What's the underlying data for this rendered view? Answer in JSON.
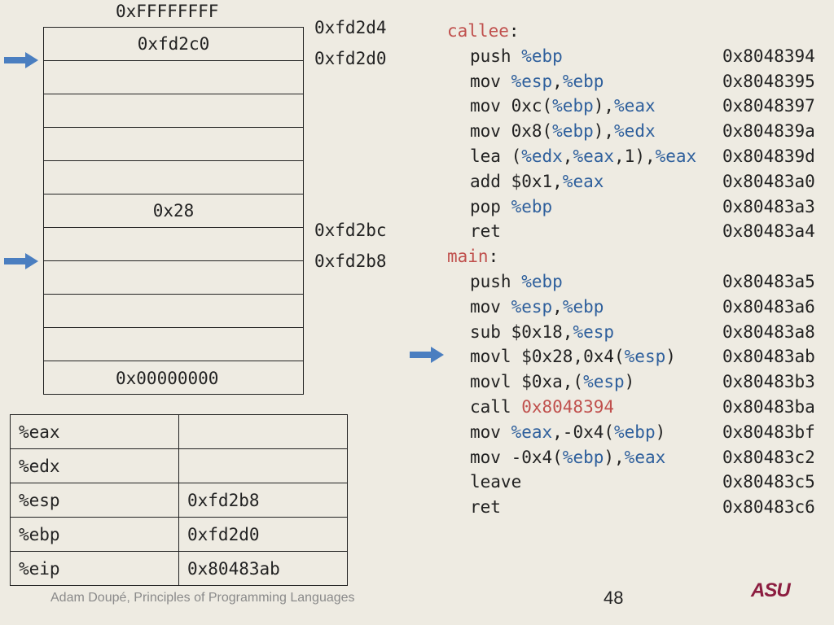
{
  "stack": {
    "top_address": "0xFFFFFFFF",
    "bottom_address": "0x00000000",
    "cells": [
      "0xfd2c0",
      "",
      "",
      "",
      "",
      "0x28",
      "",
      "",
      "",
      "",
      ""
    ],
    "side_labels": [
      "0xfd2d4",
      "0xfd2d0",
      "0xfd2bc",
      "0xfd2b8"
    ],
    "arrows": [
      "ebp-arrow",
      "esp-arrow"
    ]
  },
  "registers": [
    {
      "name": "%eax",
      "value": ""
    },
    {
      "name": "%edx",
      "value": ""
    },
    {
      "name": "%esp",
      "value": "0xfd2b8"
    },
    {
      "name": "%ebp",
      "value": "0xfd2d0"
    },
    {
      "name": "%eip",
      "value": "0x80483ab"
    }
  ],
  "code": {
    "callee_label": "callee",
    "main_label": "main",
    "colon": ":",
    "callee": [
      {
        "parts": [
          [
            "push ",
            "t"
          ],
          [
            "%ebp",
            "r"
          ]
        ],
        "addr": "0x8048394"
      },
      {
        "parts": [
          [
            "mov ",
            "t"
          ],
          [
            "%esp",
            "r"
          ],
          [
            ",",
            "t"
          ],
          [
            "%ebp",
            "r"
          ]
        ],
        "addr": "0x8048395"
      },
      {
        "parts": [
          [
            "mov 0xc(",
            "t"
          ],
          [
            "%ebp",
            "r"
          ],
          [
            "),",
            "t"
          ],
          [
            "%eax",
            "r"
          ]
        ],
        "addr": "0x8048397"
      },
      {
        "parts": [
          [
            "mov 0x8(",
            "t"
          ],
          [
            "%ebp",
            "r"
          ],
          [
            "),",
            "t"
          ],
          [
            "%edx",
            "r"
          ]
        ],
        "addr": "0x804839a"
      },
      {
        "parts": [
          [
            "lea (",
            "t"
          ],
          [
            "%edx",
            "r"
          ],
          [
            ",",
            "t"
          ],
          [
            "%eax",
            "r"
          ],
          [
            ",1),",
            "t"
          ],
          [
            "%eax",
            "r"
          ]
        ],
        "addr": "0x804839d"
      },
      {
        "parts": [
          [
            "add $0x1,",
            "t"
          ],
          [
            "%eax",
            "r"
          ]
        ],
        "addr": "0x80483a0"
      },
      {
        "parts": [
          [
            "pop ",
            "t"
          ],
          [
            "%ebp",
            "r"
          ]
        ],
        "addr": "0x80483a3"
      },
      {
        "parts": [
          [
            "ret",
            "t"
          ]
        ],
        "addr": "0x80483a4"
      }
    ],
    "main": [
      {
        "parts": [
          [
            "push ",
            "t"
          ],
          [
            "%ebp",
            "r"
          ]
        ],
        "addr": "0x80483a5"
      },
      {
        "parts": [
          [
            "mov ",
            "t"
          ],
          [
            "%esp",
            "r"
          ],
          [
            ",",
            "t"
          ],
          [
            "%ebp",
            "r"
          ]
        ],
        "addr": "0x80483a6"
      },
      {
        "parts": [
          [
            "sub $0x18,",
            "t"
          ],
          [
            "%esp",
            "r"
          ]
        ],
        "addr": "0x80483a8"
      },
      {
        "parts": [
          [
            "movl $0x28,0x4(",
            "t"
          ],
          [
            "%esp",
            "r"
          ],
          [
            ")",
            "t"
          ]
        ],
        "addr": "0x80483ab"
      },
      {
        "parts": [
          [
            "movl $0xa,(",
            "t"
          ],
          [
            "%esp",
            "r"
          ],
          [
            ")",
            "t"
          ]
        ],
        "addr": "0x80483b3"
      },
      {
        "parts": [
          [
            "call ",
            "t"
          ],
          [
            "0x8048394",
            "l"
          ]
        ],
        "addr": "0x80483ba"
      },
      {
        "parts": [
          [
            "mov ",
            "t"
          ],
          [
            "%eax",
            "r"
          ],
          [
            ",-0x4(",
            "t"
          ],
          [
            "%ebp",
            "r"
          ],
          [
            ")",
            "t"
          ]
        ],
        "addr": "0x80483bf"
      },
      {
        "parts": [
          [
            "mov -0x4(",
            "t"
          ],
          [
            "%ebp",
            "r"
          ],
          [
            "),",
            "t"
          ],
          [
            "%eax",
            "r"
          ]
        ],
        "addr": "0x80483c2"
      },
      {
        "parts": [
          [
            "leave",
            "t"
          ]
        ],
        "addr": "0x80483c5"
      },
      {
        "parts": [
          [
            "ret",
            "t"
          ]
        ],
        "addr": "0x80483c6"
      }
    ],
    "current_instruction_index": 3
  },
  "footer": {
    "credit": "Adam Doupé, Principles of Programming Languages",
    "page_number": "48",
    "logo_text": "ASU"
  },
  "colors": {
    "background": "#eeebe2",
    "register": "#2e5f9c",
    "label": "#c0504d",
    "arrow": "#4a7ec0"
  }
}
